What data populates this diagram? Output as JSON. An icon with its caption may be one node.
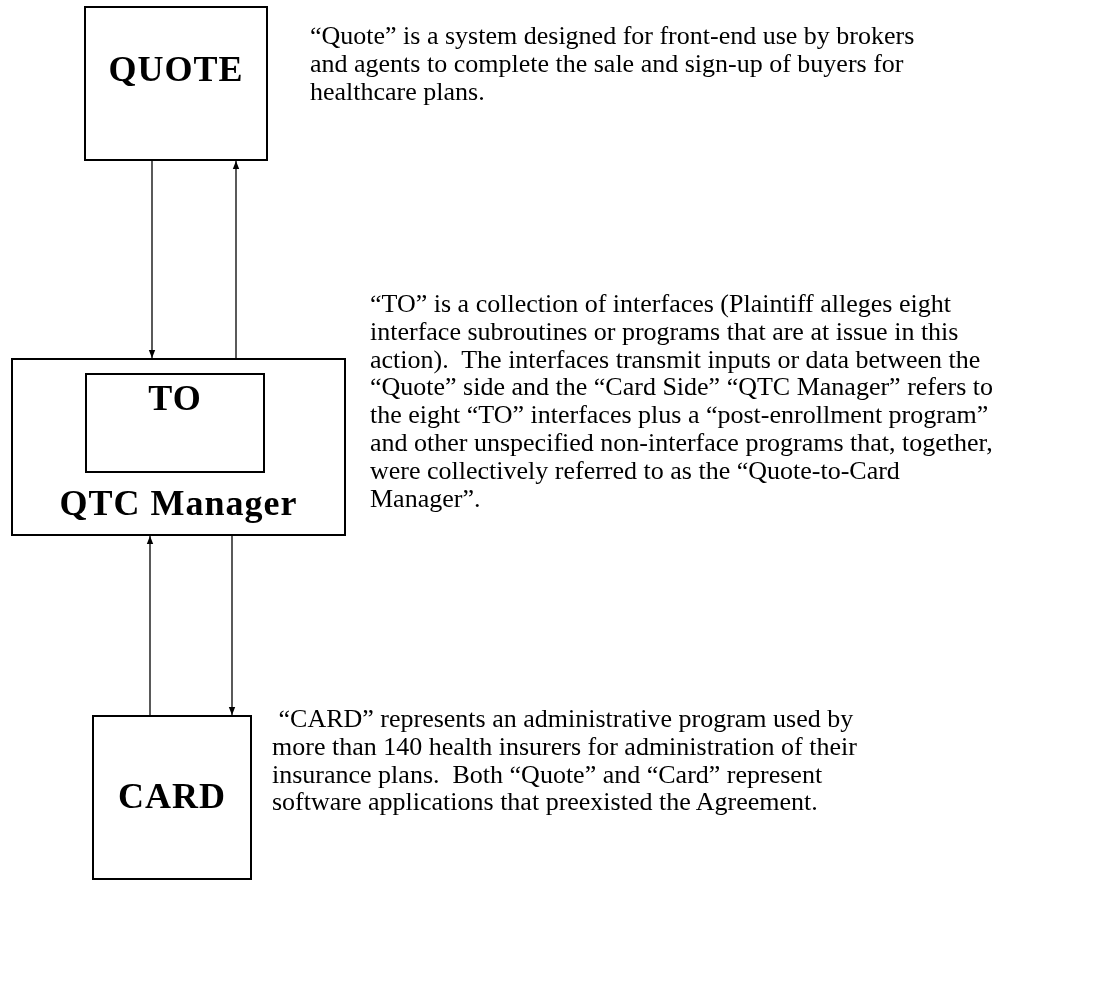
{
  "diagram": {
    "nodes": [
      {
        "text": [
          "QUOTE"
        ],
        "beside": [
          "“Quote” is a system designed for front-end use by brokers and agents to complete the sale and sign-up of buyers for healthcare plans."
        ]
      },
      {
        "text": [
          "QTC Manager"
        ],
        "beside": [
          "“TO” is a collection of interfaces (Plaintiff alleges eight interface subroutines or programs that are at issue in this action).  The interfaces transmit inputs or data between the “Quote” side and the “Card Side” “QTC Manager” refers to the eight “TO” interfaces plus a “post-enrollment program” and other unspecified non-interface programs that, together, were collectively referred to as the “Quote-to-Card Manager”."
        ]
      },
      {
        "text": [
          "TO"
        ],
        "in": 1
      },
      {
        "text": [
          "CARD"
        ],
        "beside": [
          " “CARD” represents an administrative program used by more than 140 health insurers for administration of their insurance plans.  Both “Quote” and “Card” represent software applications that preexisted the Agreement."
        ]
      }
    ],
    "edges": [
      {
        "from": 0,
        "to": 1,
        "arrow": "to"
      },
      {
        "from": 1,
        "to": 0,
        "arrow": "to"
      },
      {
        "from": 3,
        "to": 1,
        "arrow": "to"
      },
      {
        "from": 1,
        "to": 3,
        "arrow": "to"
      }
    ]
  }
}
